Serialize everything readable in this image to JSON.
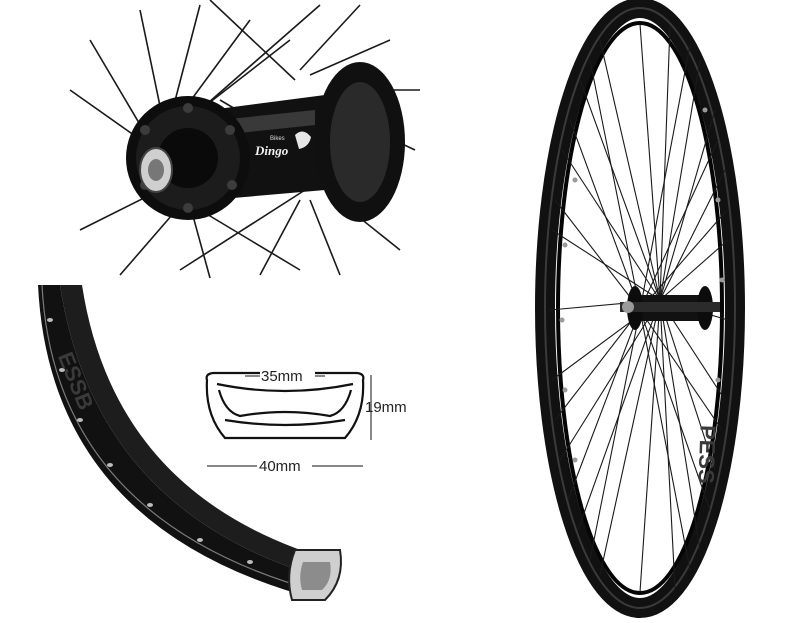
{
  "hub": {
    "logo_main": "Dingo",
    "logo_sub": "Bikes"
  },
  "profile": {
    "inner_width": "35mm",
    "height": "19mm",
    "outer_width": "40mm"
  },
  "colors": {
    "anodized_black": "#111111",
    "spoke": "#1a1a1a",
    "rim_highlight": "#9a9a9a",
    "background": "#ffffff"
  }
}
